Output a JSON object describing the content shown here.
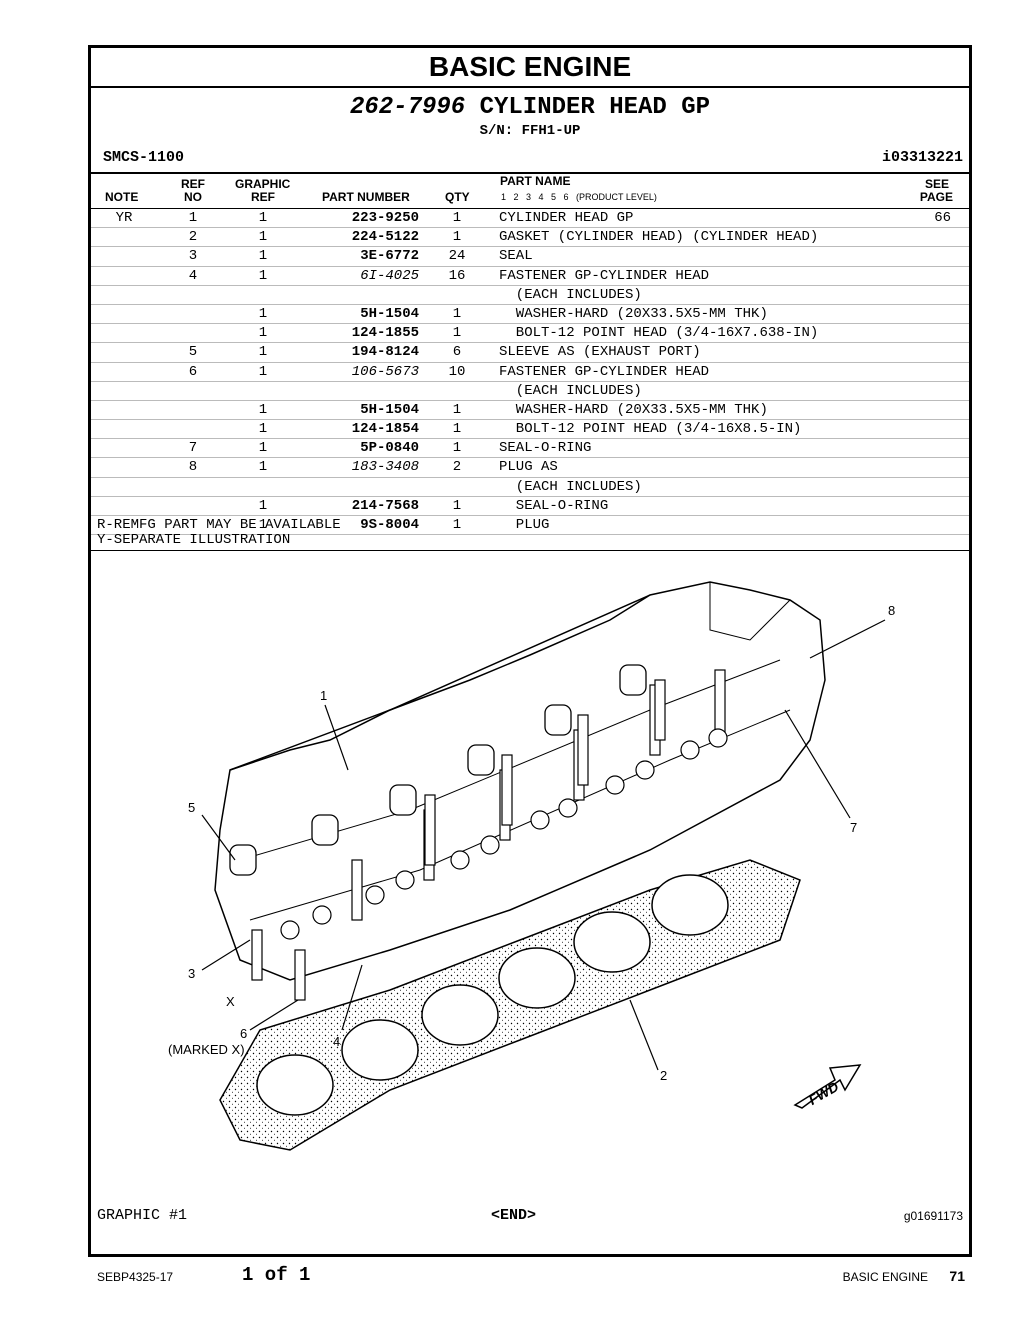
{
  "header": {
    "section_title": "BASIC ENGINE",
    "group_part_number": "262-7996",
    "group_name": "CYLINDER HEAD GP",
    "serial": "S/N: FFH1-UP",
    "smcs": "SMCS-1100",
    "illustration_id": "i03313221"
  },
  "columns": {
    "note": "NOTE",
    "ref_top": "REF",
    "ref_bottom": "NO",
    "graphic_top": "GRAPHIC",
    "graphic_bottom": "REF",
    "part_number": "PART NUMBER",
    "qty": "QTY",
    "part_name": "PART NAME",
    "product_level": "1   2   3   4   5   6   (PRODUCT LEVEL)",
    "see_top": "SEE",
    "see_bottom": "PAGE"
  },
  "rows": [
    {
      "note": "YR",
      "ref": "1",
      "gref": "1",
      "pn": "223-9250",
      "style": "bold",
      "qty": "1",
      "name": "CYLINDER HEAD GP",
      "page": "66"
    },
    {
      "note": "",
      "ref": "2",
      "gref": "1",
      "pn": "224-5122",
      "style": "bold",
      "qty": "1",
      "name": "GASKET (CYLINDER HEAD) (CYLINDER HEAD)",
      "page": ""
    },
    {
      "note": "",
      "ref": "3",
      "gref": "1",
      "pn": "3E-6772",
      "style": "bold",
      "qty": "24",
      "name": "SEAL",
      "page": ""
    },
    {
      "note": "",
      "ref": "4",
      "gref": "1",
      "pn": "6I-4025",
      "style": "ital",
      "qty": "16",
      "name": "FASTENER GP-CYLINDER HEAD",
      "page": ""
    },
    {
      "note": "",
      "ref": "",
      "gref": "",
      "pn": "",
      "style": "",
      "qty": "",
      "name": "  (EACH INCLUDES)",
      "page": ""
    },
    {
      "note": "",
      "ref": "",
      "gref": "1",
      "pn": "5H-1504",
      "style": "bold",
      "qty": "1",
      "name": "  WASHER-HARD (20X33.5X5-MM THK)",
      "page": ""
    },
    {
      "note": "",
      "ref": "",
      "gref": "1",
      "pn": "124-1855",
      "style": "bold",
      "qty": "1",
      "name": "  BOLT-12 POINT HEAD (3/4-16X7.638-IN)",
      "page": ""
    },
    {
      "note": "",
      "ref": "5",
      "gref": "1",
      "pn": "194-8124",
      "style": "bold",
      "qty": "6",
      "name": "SLEEVE AS (EXHAUST PORT)",
      "page": ""
    },
    {
      "note": "",
      "ref": "6",
      "gref": "1",
      "pn": "106-5673",
      "style": "ital",
      "qty": "10",
      "name": "FASTENER GP-CYLINDER HEAD",
      "page": ""
    },
    {
      "note": "",
      "ref": "",
      "gref": "",
      "pn": "",
      "style": "",
      "qty": "",
      "name": "  (EACH INCLUDES)",
      "page": ""
    },
    {
      "note": "",
      "ref": "",
      "gref": "1",
      "pn": "5H-1504",
      "style": "bold",
      "qty": "1",
      "name": "  WASHER-HARD (20X33.5X5-MM THK)",
      "page": ""
    },
    {
      "note": "",
      "ref": "",
      "gref": "1",
      "pn": "124-1854",
      "style": "bold",
      "qty": "1",
      "name": "  BOLT-12 POINT HEAD (3/4-16X8.5-IN)",
      "page": ""
    },
    {
      "note": "",
      "ref": "7",
      "gref": "1",
      "pn": "5P-0840",
      "style": "bold",
      "qty": "1",
      "name": "SEAL-O-RING",
      "page": ""
    },
    {
      "note": "",
      "ref": "8",
      "gref": "1",
      "pn": "183-3408",
      "style": "ital",
      "qty": "2",
      "name": "PLUG AS",
      "page": ""
    },
    {
      "note": "",
      "ref": "",
      "gref": "",
      "pn": "",
      "style": "",
      "qty": "",
      "name": "  (EACH INCLUDES)",
      "page": ""
    },
    {
      "note": "",
      "ref": "",
      "gref": "1",
      "pn": "214-7568",
      "style": "bold",
      "qty": "1",
      "name": "  SEAL-O-RING",
      "page": ""
    },
    {
      "note": "",
      "ref": "",
      "gref": "1",
      "pn": "9S-8004",
      "style": "bold",
      "qty": "1",
      "name": "  PLUG",
      "page": ""
    }
  ],
  "notes": [
    "R-REMFG PART MAY BE AVAILABLE",
    "Y-SEPARATE ILLUSTRATION"
  ],
  "illustration": {
    "callouts": [
      "1",
      "2",
      "3",
      "4",
      "5",
      "6",
      "7",
      "8"
    ],
    "marked_x": "X",
    "marked_note": "(MARKED X)",
    "fwd": "FWD"
  },
  "graphic_label": "GRAPHIC #1",
  "end_label": "<END>",
  "graphic_code": "g01691173",
  "footer": {
    "doc": "SEBP4325-17",
    "pages": "1 of 1",
    "section": "BASIC ENGINE",
    "page": "71"
  }
}
